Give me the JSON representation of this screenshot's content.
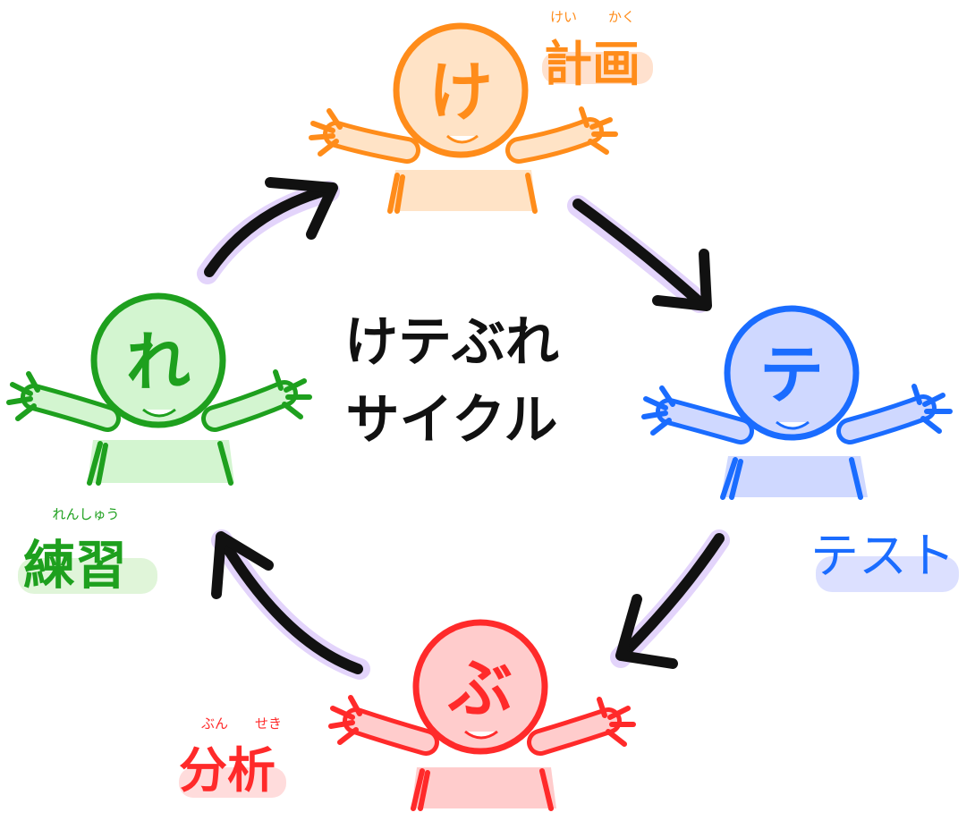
{
  "center": {
    "line1": "けテぶれ",
    "line2": "サイクル"
  },
  "stages": {
    "plan": {
      "char": "け",
      "word": "計画",
      "reading_1": "けい",
      "reading_2": "かく",
      "color": "#ff8c1a",
      "fill": "#ffe3c6",
      "highlight": "#ffd9c2"
    },
    "test": {
      "char": "テ",
      "word": "テスト",
      "color": "#1a6cff",
      "fill": "#cfd8ff",
      "highlight": "#d3d8ff"
    },
    "analysis": {
      "char": "ぶ",
      "word": "分析",
      "reading_1": "ぶん",
      "reading_2": "せき",
      "color": "#ff2a2a",
      "fill": "#ffcccc",
      "highlight": "#ffd3d3"
    },
    "practice": {
      "char": "れ",
      "word": "練習",
      "reading": "れんしゅう",
      "color": "#1ea01e",
      "fill": "#d3f5d0",
      "highlight": "#d8f3d0"
    }
  },
  "arrow_color": "#111111",
  "arrow_glow": "#e3d4fb"
}
